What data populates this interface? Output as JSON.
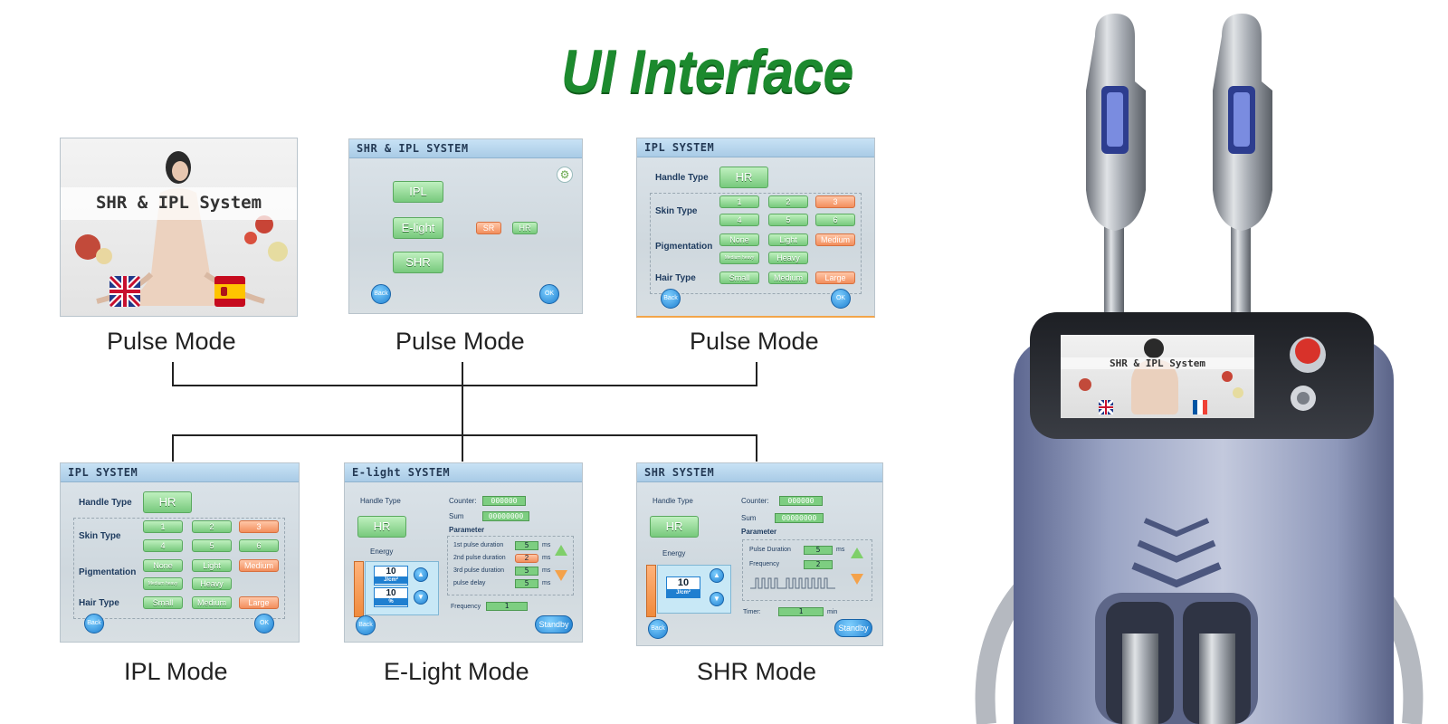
{
  "title": "UI Interface",
  "captions": {
    "top1": "Pulse Mode",
    "top2": "Pulse Mode",
    "top3": "Pulse Mode",
    "bottom1": "IPL Mode",
    "bottom2": "E-Light Mode",
    "bottom3": "SHR Mode"
  },
  "splash": {
    "title": "SHR & IPL System"
  },
  "select_screen": {
    "header": "SHR & IPL SYSTEM",
    "btn_ipl": "IPL",
    "btn_elight": "E-light",
    "btn_shr": "SHR",
    "btn_sr": "SR",
    "btn_hr": "HR",
    "back": "Back",
    "ok": "OK"
  },
  "ipl_top": {
    "header": "IPL SYSTEM",
    "handle_label": "Handle Type",
    "handle_value": "HR",
    "skin_label": "Skin Type",
    "skin": [
      "1",
      "2",
      "3",
      "4",
      "5",
      "6"
    ],
    "pig_label": "Pigmentation",
    "pig": [
      "None",
      "Light",
      "Medium",
      "Medium heavy",
      "Heavy"
    ],
    "hair_label": "Hair Type",
    "hair": [
      "Small",
      "Medium",
      "Large"
    ],
    "back": "Back",
    "ok": "OK"
  },
  "ipl_bottom": {
    "header": "IPL SYSTEM",
    "handle_label": "Handle Type",
    "handle_value": "HR",
    "skin_label": "Skin Type",
    "skin": [
      "1",
      "2",
      "3",
      "4",
      "5",
      "6"
    ],
    "pig_label": "Pigmentation",
    "pig": [
      "None",
      "Light",
      "Medium",
      "Medium heavy",
      "Heavy"
    ],
    "hair_label": "Hair Type",
    "hair": [
      "Small",
      "Medium",
      "Large"
    ],
    "back": "Back",
    "ok": "OK"
  },
  "elight": {
    "header": "E-light SYSTEM",
    "handle_label": "Handle Type",
    "handle_value": "HR",
    "counter_label": "Counter:",
    "counter_value": "000000",
    "sum_label": "Sum",
    "sum_value": "00000000",
    "parameter_label": "Parameter",
    "energy_label": "Energy",
    "energy1": "10",
    "energy1_unit": "J/cm²",
    "energy2": "10",
    "energy2_unit": "%",
    "params": [
      {
        "label": "1st pulse duration",
        "value": "5",
        "unit": "ms"
      },
      {
        "label": "2nd pulse duration",
        "value": "2",
        "unit": "ms"
      },
      {
        "label": "3rd pulse duration",
        "value": "5",
        "unit": "ms"
      },
      {
        "label": "pulse delay",
        "value": "5",
        "unit": "ms"
      }
    ],
    "frequency_label": "Frequency",
    "frequency_value": "1",
    "back": "Back",
    "standby": "Standby"
  },
  "shr": {
    "header": "SHR SYSTEM",
    "handle_label": "Handle Type",
    "handle_value": "HR",
    "counter_label": "Counter:",
    "counter_value": "000000",
    "sum_label": "Sum",
    "sum_value": "00000000",
    "parameter_label": "Parameter",
    "energy_label": "Energy",
    "energy_value": "10",
    "energy_unit": "J/cm²",
    "pulse_label": "Pulse Duration",
    "pulse_value": "5",
    "pulse_unit": "ms",
    "freq_label": "Frequency",
    "freq_value": "2",
    "timer_label": "Timer:",
    "timer_value": "1",
    "timer_unit": "min",
    "back": "Back",
    "standby": "Standby"
  },
  "machine_screen_text": "SHR & IPL System",
  "colors": {
    "title_green": "#1c8a2e",
    "button_green": "#77c97c",
    "button_orange": "#f28e5c",
    "round_blue": "#1f7fd0",
    "machine_body": "#8e99b8"
  }
}
